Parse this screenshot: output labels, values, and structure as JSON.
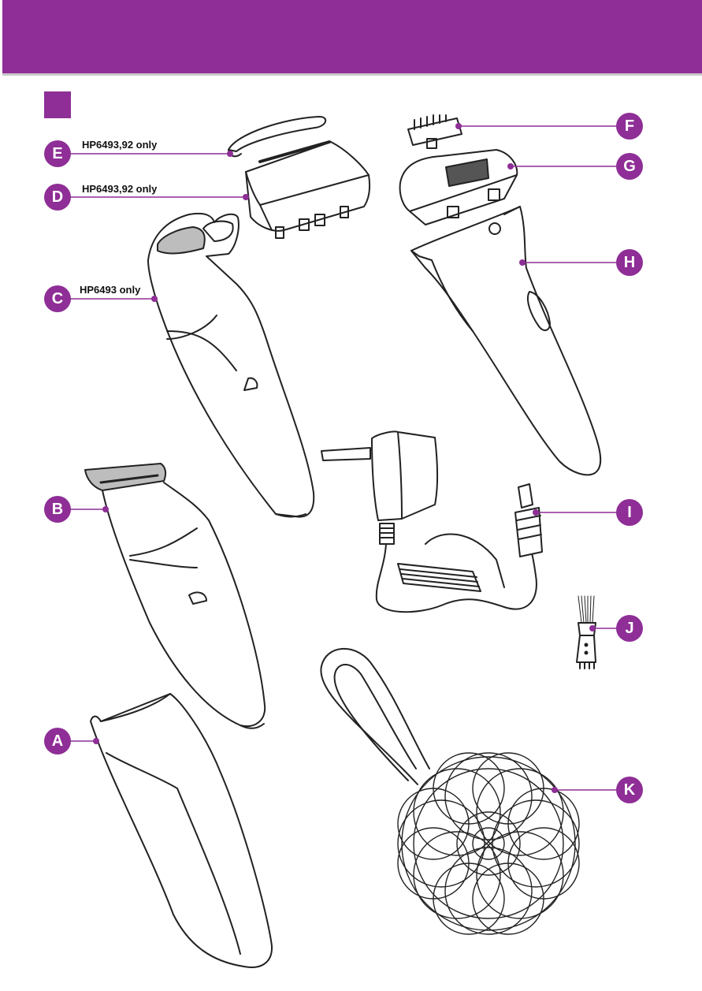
{
  "colors": {
    "accent": "#8e2e96",
    "line": "#222222"
  },
  "labels": {
    "A": {
      "letter": "A"
    },
    "B": {
      "letter": "B"
    },
    "C": {
      "letter": "C",
      "note": "HP6493 only"
    },
    "D": {
      "letter": "D",
      "note": "HP6493,92 only"
    },
    "E": {
      "letter": "E",
      "note": "HP6493,92 only"
    },
    "F": {
      "letter": "F"
    },
    "G": {
      "letter": "G"
    },
    "H": {
      "letter": "H"
    },
    "I": {
      "letter": "I"
    },
    "J": {
      "letter": "J"
    },
    "K": {
      "letter": "K"
    }
  }
}
